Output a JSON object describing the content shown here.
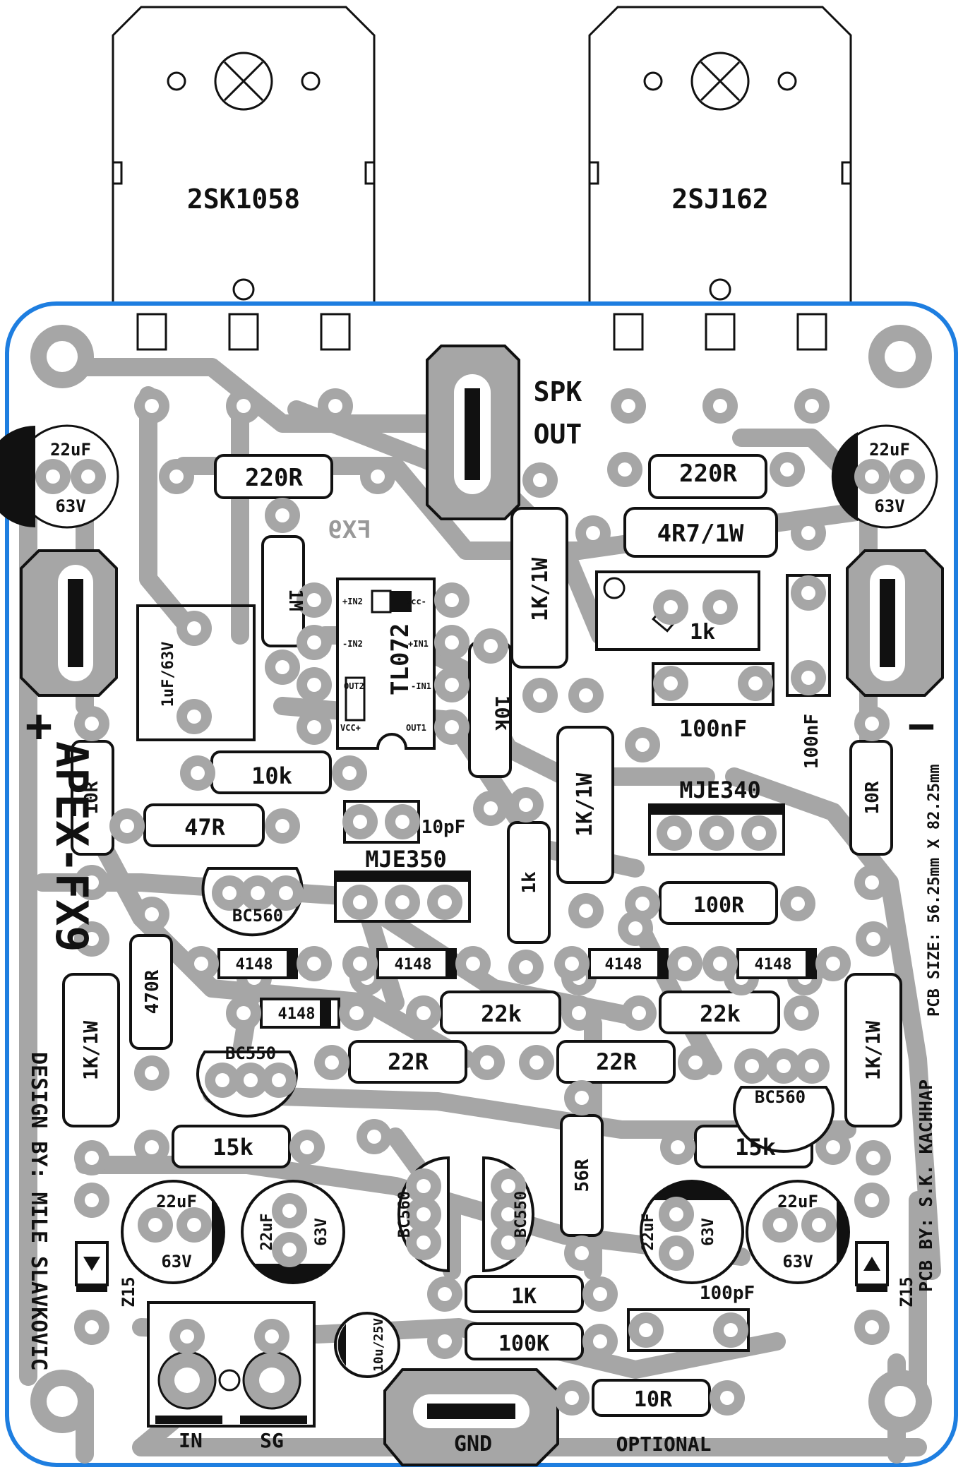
{
  "colors": {
    "board_outline": "#1e7ee0",
    "copper": "#a6a6a6",
    "silkscreen": "#111111",
    "background": "#ffffff"
  },
  "transistors_top": {
    "left": "2SK1058",
    "right": "2SJ162"
  },
  "labels": {
    "spk": "SPK",
    "out": "OUT",
    "fx9": "FX9",
    "plus": "+",
    "minus": "−",
    "gnd": "GND",
    "optional": "OPTIONAL",
    "in": "IN",
    "sg": "SG"
  },
  "side_text": {
    "brand": "APEX-FX9",
    "designer": "DESIGN BY: MILE SLAVKOVIC",
    "pcb_by": "PCB BY: S.K. KACHHAP",
    "pcb_size": "PCB SIZE: 56.25mm X 82.25mm"
  },
  "ic": {
    "name": "TL072",
    "pins_left": [
      "+IN2",
      "-IN2",
      "OUT2",
      "VCC+"
    ],
    "pins_right": [
      "Vcc-",
      "+IN1",
      "-IN1",
      "OUT1"
    ]
  },
  "components": {
    "cap_tl": "22uF",
    "cap_tl_v": "63V",
    "cap_tr": "22uF",
    "cap_tr_v": "63V",
    "r_220_left": "220R",
    "r_220_right": "220R",
    "r_4r7": "4R7/1W",
    "r_1m": "1M",
    "cap_1u": "1uF/63V",
    "r_1k1w_a": "1K/1W",
    "trim_1k": "1k",
    "cap_100n_h": "100nF",
    "cap_100n_v": "100nF",
    "r_10k_h": "10k",
    "r_10k_v": "10k",
    "r_10r_left": "10R",
    "r_10r_right": "10R",
    "r_47r": "47R",
    "cap_10p": "10pF",
    "r_1k1w_b": "1K/1W",
    "q_mje340": "MJE340",
    "q_mje350": "MJE350",
    "r_1k": "1k",
    "q_bc560_a": "BC560",
    "r_100r": "100R",
    "d_a": "4148",
    "d_b": "4148",
    "d_c": "4148",
    "d_d": "4148",
    "d_e": "4148",
    "r_470r": "470R",
    "r_22k_a": "22k",
    "r_22k_b": "22k",
    "r_1k1w_left": "1K/1W",
    "r_1k1w_right": "1K/1W",
    "q_bc550_a": "BC550",
    "r_22r_a": "22R",
    "r_22r_b": "22R",
    "q_bc560_b": "BC560",
    "r_15k_a": "15k",
    "r_15k_b": "15k",
    "r_56r": "56R",
    "cap_22u_a": "22uF",
    "cap_22u_a_v": "63V",
    "cap_22u_b": "22uF",
    "cap_22u_b_v": "63V",
    "cap_22u_c": "22uF",
    "cap_22u_c_v": "63V",
    "cap_22u_d": "22uF",
    "cap_22u_d_v": "63V",
    "q_bc560_c": "BC560",
    "q_bc550_b": "BC550",
    "z15_left": "Z15",
    "z15_right": "Z15",
    "r_1k_bottom": "1K",
    "r_100k": "100K",
    "cap_10u": "10u/25V",
    "cap_100p": "100pF",
    "r_10r_bottom": "10R"
  }
}
